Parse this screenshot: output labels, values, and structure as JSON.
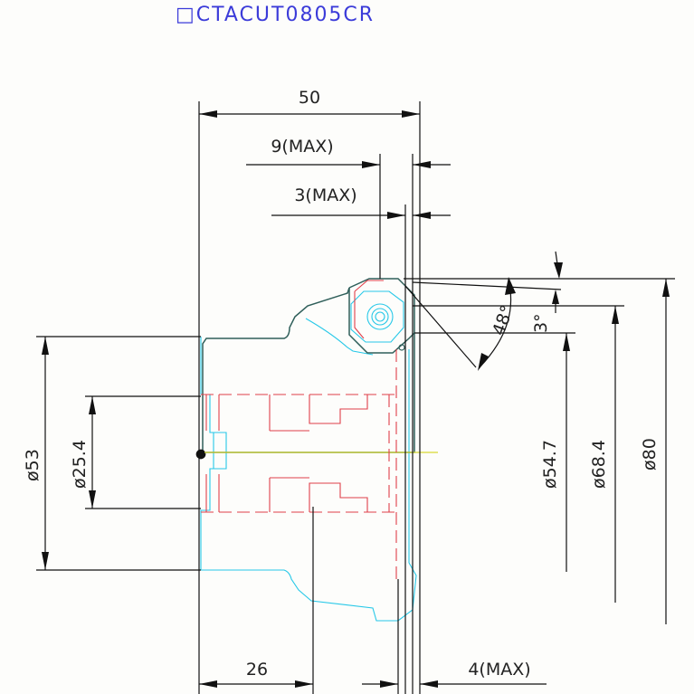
{
  "title": "□CTACUT0805CR",
  "dimensions": {
    "overall_width": "50",
    "width_max_9": "9(MAX)",
    "width_max_3": "3(MAX)",
    "angle_48": "48°",
    "angle_3": "3°",
    "dia_53": "ø53",
    "dia_25_4": "ø25.4",
    "dia_54_7": "ø54.7",
    "dia_68_4": "ø68.4",
    "dia_80": "ø80",
    "bottom_26": "26",
    "bottom_4max": "4(MAX)"
  },
  "colors": {
    "title": "#3b3bd9",
    "dimension_lines": "#111111",
    "hidden_geometry": "#e0404a",
    "outline_geometry": "#26c8e8",
    "body_outline": "#2f5f5a",
    "centerline": "#d8d832"
  }
}
